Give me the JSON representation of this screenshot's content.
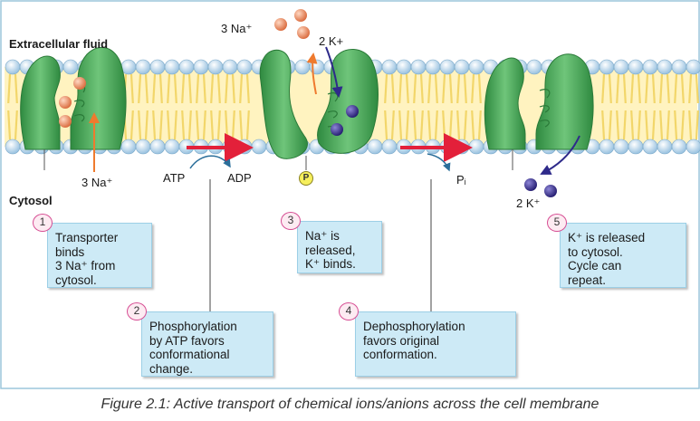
{
  "labels": {
    "extracellular": "Extracellular fluid",
    "cytosol": "Cytosol",
    "na_top": "3 Na⁺",
    "k_top": "2 K+",
    "na_left": "3 Na⁺",
    "atp": "ATP",
    "adp": "ADP",
    "p": "P",
    "pi": "Pᵢ",
    "k_bottom": "2 K⁺"
  },
  "steps": [
    {
      "num": "1",
      "text": "Transporter\nbinds\n3 Na⁺ from\ncytosol."
    },
    {
      "num": "2",
      "text": "Phosphorylation\nby ATP favors\nconformational\nchange."
    },
    {
      "num": "3",
      "text": "Na⁺ is\nreleased,\nK⁺ binds."
    },
    {
      "num": "4",
      "text": "Dephosphorylation\nfavors original\nconformation."
    },
    {
      "num": "5",
      "text": "K⁺ is released\nto cytosol.\nCycle can\nrepeat."
    }
  ],
  "caption": "Figure 2.1: Active transport of chemical ions/anions across the cell membrane",
  "colors": {
    "membrane_head": "#bcd9ee",
    "lipid_tail": "#f2d66a",
    "protein": "#4aaa5a",
    "sodium": "#e8956b",
    "potassium": "#3d3590",
    "arrow_red": "#e3203a",
    "box_fill": "#cdeaf6",
    "number_ring": "#d64d93"
  }
}
